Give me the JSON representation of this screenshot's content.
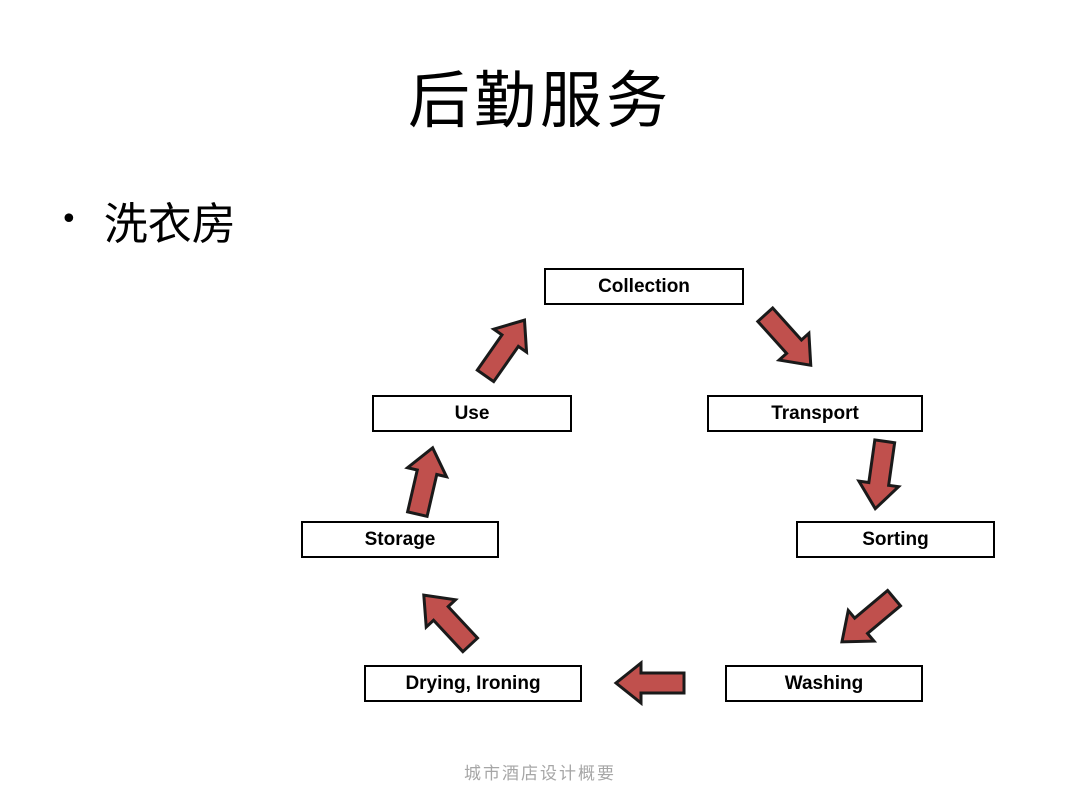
{
  "slide": {
    "title": "后勤服务",
    "bullet_glyph": "•",
    "bullet_text": "洗衣房",
    "footer": "城市酒店设计概要"
  },
  "diagram": {
    "boxes": {
      "collection": "Collection",
      "transport": "Transport",
      "sorting": "Sorting",
      "washing": "Washing",
      "drying_ironing": "Drying, Ironing",
      "storage": "Storage",
      "use": "Use"
    },
    "arrows": [
      {
        "from": "Use",
        "to": "Collection",
        "direction": "up-right"
      },
      {
        "from": "Collection",
        "to": "Transport",
        "direction": "down-right"
      },
      {
        "from": "Transport",
        "to": "Sorting",
        "direction": "down"
      },
      {
        "from": "Sorting",
        "to": "Washing",
        "direction": "down-left"
      },
      {
        "from": "Washing",
        "to": "Drying, Ironing",
        "direction": "left"
      },
      {
        "from": "Drying, Ironing",
        "to": "Storage",
        "direction": "up-left"
      },
      {
        "from": "Storage",
        "to": "Use",
        "direction": "up"
      }
    ],
    "colors": {
      "arrow_fill": "#C0504D",
      "arrow_outline": "#1a1a1a",
      "box_border": "#000000",
      "box_background": "#ffffff",
      "title_text": "#000000",
      "footer_text": "#a6a6a6"
    }
  }
}
